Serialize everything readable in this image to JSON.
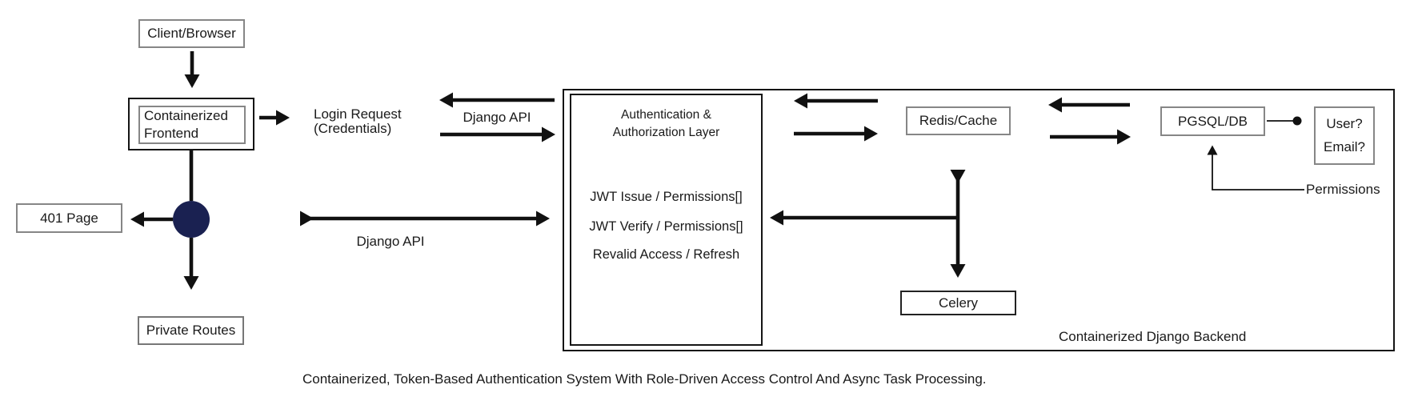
{
  "diagram": {
    "client_browser": "Client/Browser",
    "frontend": {
      "line1": "Containerized",
      "line2": "Frontend"
    },
    "login_request": {
      "line1": "Login Request",
      "line2": "(Credentials)"
    },
    "django_api_top": "Django API",
    "django_api_bottom": "Django API",
    "page_401": "401 Page",
    "private_routes": "Private Routes",
    "auth_layer": {
      "title_line1": "Authentication &",
      "title_line2": "Authorization Layer",
      "items": [
        "JWT Issue / Permissions[]",
        "JWT Verify / Permissions[]",
        "Revalid Access / Refresh"
      ]
    },
    "redis": "Redis/Cache",
    "celery": "Celery",
    "pgsql": "PGSQL/DB",
    "user_email": {
      "line1": "User?",
      "line2": "Email?"
    },
    "permissions": "Permissions",
    "backend_label": "Containerized Django Backend",
    "caption": "Containerized, Token-Based Authentication System With Role-Driven Access Control And Async Task Processing."
  },
  "colors": {
    "arrow": "#111111",
    "circle_fill": "#1a2151",
    "border_gray": "#868686",
    "border_dark": "#141414"
  }
}
